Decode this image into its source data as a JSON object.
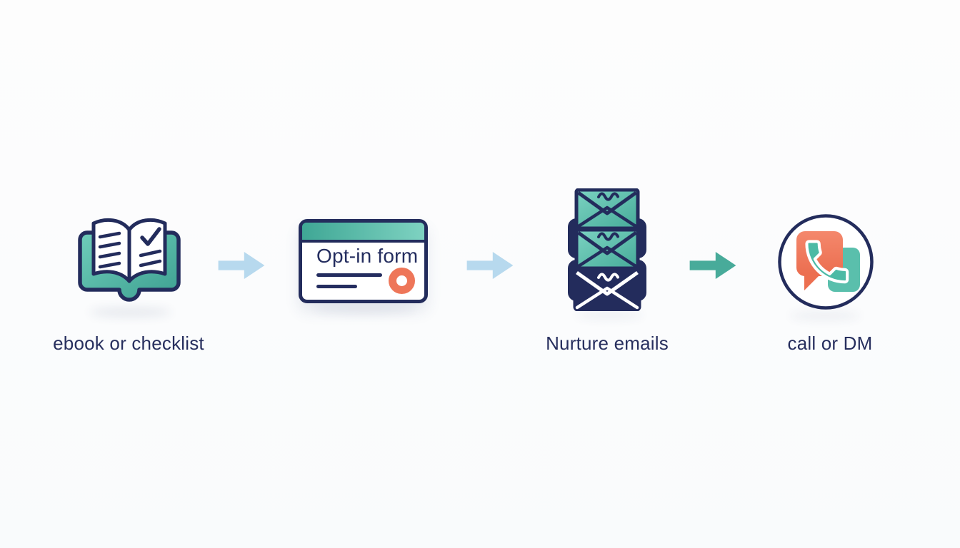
{
  "diagram": {
    "steps": [
      {
        "id": "lead-magnet",
        "label": "ebook or checklist",
        "icon": "open-book-checklist-icon"
      },
      {
        "id": "opt-in",
        "card_title": "Opt-in form",
        "icon": "optin-form-card-icon"
      },
      {
        "id": "nurture",
        "label": "Nurture emails",
        "icon": "stacked-envelopes-icon"
      },
      {
        "id": "close",
        "label": "call or DM",
        "icon": "phone-chat-icon"
      }
    ],
    "arrows": [
      {
        "from": "lead-magnet",
        "to": "opt-in",
        "color": "#b7d9ee"
      },
      {
        "from": "opt-in",
        "to": "nurture",
        "color": "#b7d9ee"
      },
      {
        "from": "nurture",
        "to": "close",
        "color": "#48ab9a"
      }
    ],
    "colors": {
      "navy": "#232c5c",
      "text": "#272f5e",
      "teal": "#4fbfab",
      "teal_dark": "#3fa492",
      "coral": "#ee7659",
      "arrow_light_blue": "#b7d9ee",
      "arrow_teal": "#48ab9a",
      "background": "#fcfdfd"
    }
  }
}
